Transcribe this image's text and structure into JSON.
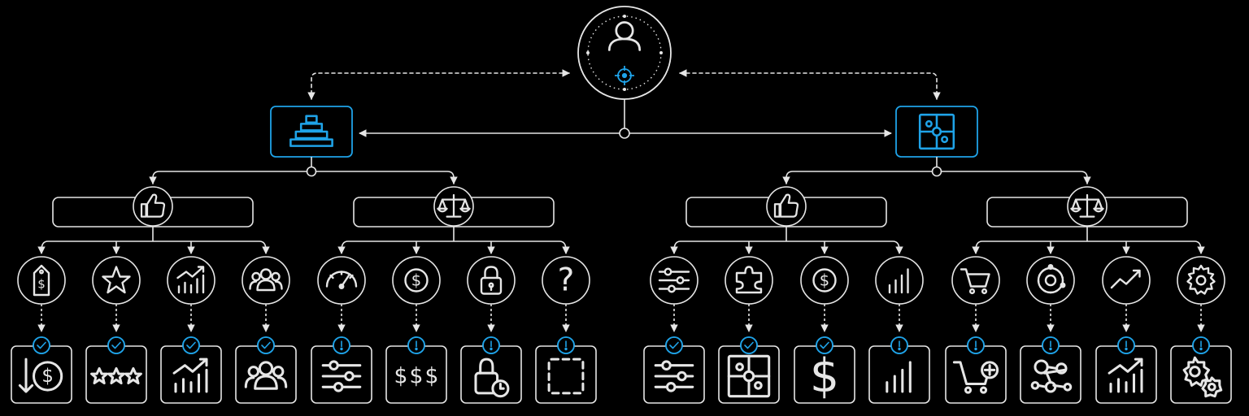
{
  "colors": {
    "background": "#000000",
    "line": "#e6e6e6",
    "accent": "#1fa3e8"
  },
  "root": {
    "icon": "user-target-icon"
  },
  "branches": [
    {
      "side": "left",
      "icon": "pyramid-blocks-icon",
      "groups": [
        {
          "icon": "thumbs-up-icon",
          "label": "",
          "items": [
            {
              "icon": "price-tag-icon",
              "status": "check",
              "result_icon": "down-arrow-dollar-icon"
            },
            {
              "icon": "star-icon",
              "status": "check",
              "result_icon": "three-stars-icon"
            },
            {
              "icon": "growth-chart-icon",
              "status": "check",
              "result_icon": "growth-chart-icon"
            },
            {
              "icon": "people-group-icon",
              "status": "check",
              "result_icon": "people-group-icon"
            }
          ]
        },
        {
          "icon": "balance-scale-icon",
          "label": "",
          "items": [
            {
              "icon": "speedometer-icon",
              "status": "alert",
              "result_icon": "sliders-icon"
            },
            {
              "icon": "dollar-coin-icon",
              "status": "alert",
              "result_icon": "three-dollars-icon"
            },
            {
              "icon": "padlock-icon",
              "status": "alert",
              "result_icon": "padlock-clock-icon"
            },
            {
              "icon": "question-mark-icon",
              "status": "alert",
              "result_icon": "dashed-square-icon"
            }
          ]
        }
      ]
    },
    {
      "side": "right",
      "icon": "puzzle-grid-icon",
      "groups": [
        {
          "icon": "thumbs-up-icon",
          "label": "",
          "items": [
            {
              "icon": "sliders-icon",
              "status": "check",
              "result_icon": "sliders-icon"
            },
            {
              "icon": "puzzle-piece-icon",
              "status": "check",
              "result_icon": "puzzle-grid-icon"
            },
            {
              "icon": "dollar-coin-icon",
              "status": "check",
              "result_icon": "dollar-sign-icon"
            },
            {
              "icon": "bar-chart-icon",
              "status": "alert",
              "result_icon": "bar-chart-icon"
            }
          ]
        },
        {
          "icon": "balance-scale-icon",
          "label": "",
          "items": [
            {
              "icon": "shopping-cart-icon",
              "status": "alert",
              "result_icon": "cart-plus-icon"
            },
            {
              "icon": "orbit-dots-icon",
              "status": "alert",
              "result_icon": "network-nodes-icon"
            },
            {
              "icon": "trend-line-icon",
              "status": "alert",
              "result_icon": "growth-chart-icon"
            },
            {
              "icon": "gear-icon",
              "status": "alert",
              "result_icon": "gears-icon"
            }
          ]
        }
      ]
    }
  ]
}
